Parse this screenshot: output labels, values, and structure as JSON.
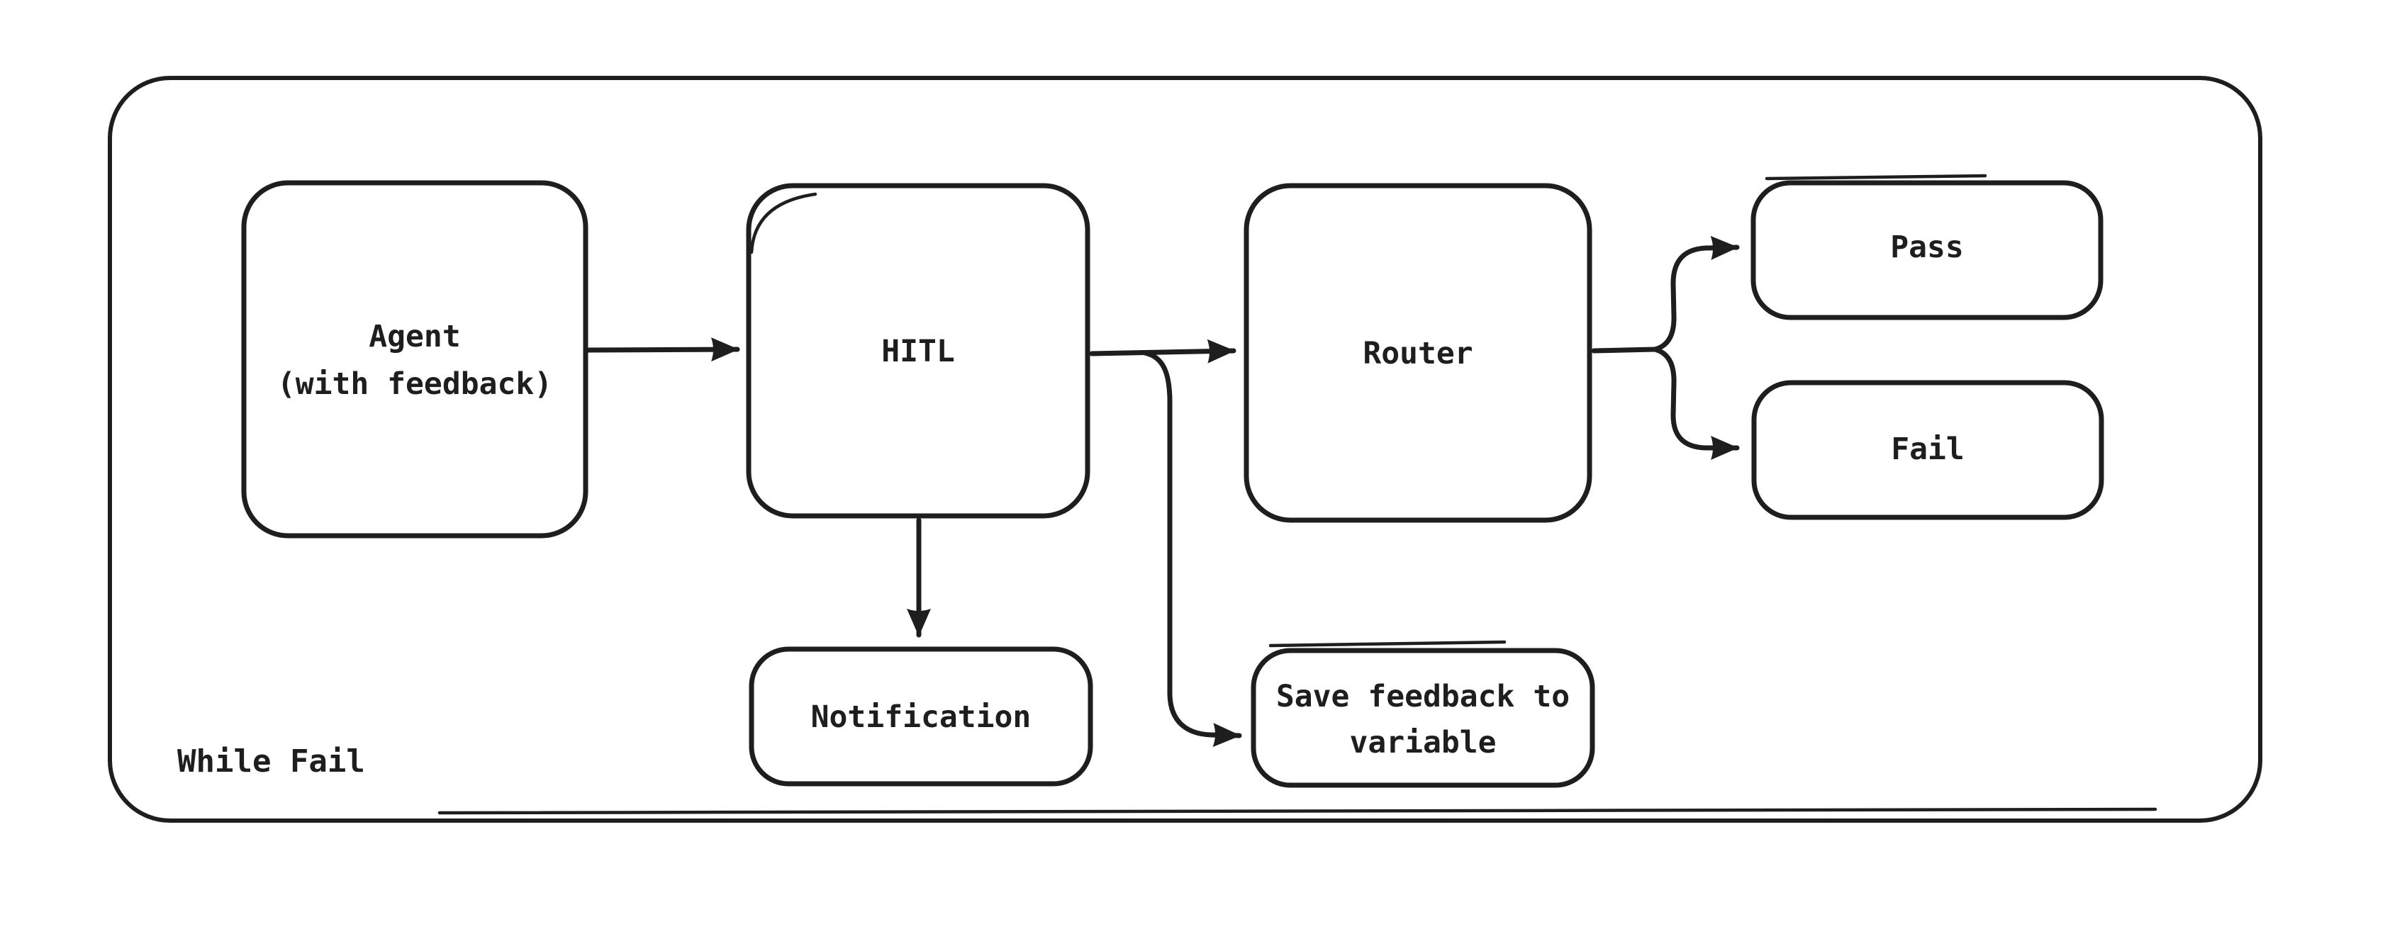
{
  "diagram": {
    "type": "flowchart",
    "style": "hand-drawn",
    "background": "#ffffff",
    "ink": "#1e1e1e",
    "container": {
      "label": "While Fail"
    },
    "nodes": [
      {
        "id": "agent",
        "lines": [
          "Agent",
          "(with feedback)"
        ]
      },
      {
        "id": "hitl",
        "lines": [
          "HITL"
        ]
      },
      {
        "id": "router",
        "lines": [
          "Router"
        ]
      },
      {
        "id": "pass",
        "lines": [
          "Pass"
        ]
      },
      {
        "id": "fail",
        "lines": [
          "Fail"
        ]
      },
      {
        "id": "notification",
        "lines": [
          "Notification"
        ]
      },
      {
        "id": "save_feedback",
        "lines": [
          "Save feedback to",
          "variable"
        ]
      }
    ],
    "edges": [
      {
        "from": "agent",
        "to": "hitl"
      },
      {
        "from": "hitl",
        "to": "router"
      },
      {
        "from": "hitl",
        "to": "notification"
      },
      {
        "from": "hitl",
        "to": "save_feedback"
      },
      {
        "from": "router",
        "to": "pass"
      },
      {
        "from": "router",
        "to": "fail"
      }
    ]
  }
}
